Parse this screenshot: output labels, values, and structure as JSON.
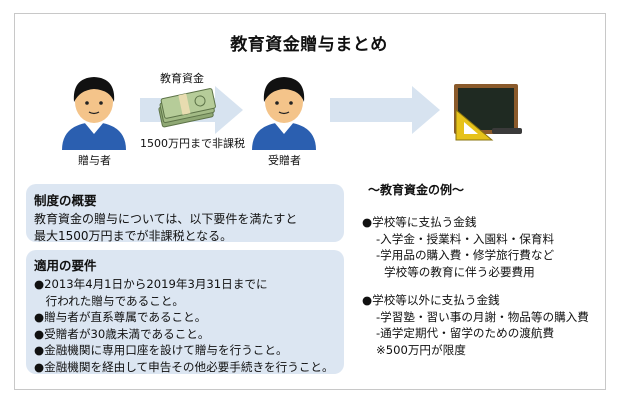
{
  "title": "教育資金贈与まとめ",
  "flow": {
    "giver_label": "贈与者",
    "money_label": "教育資金",
    "tax_note": "1500万円まで非課税",
    "receiver_label": "受贈者"
  },
  "overview": {
    "heading": "制度の概要",
    "line1": "教育資金の贈与については、以下要件を満たすと",
    "line2": "最大1500万円までが非課税となる。"
  },
  "requirements": {
    "heading": "適用の要件",
    "items": [
      "●2013年4月1日から2019年3月31日までに",
      "　行われた贈与であること。",
      "●贈与者が直系尊属であること。",
      "●受贈者が30歳未満であること。",
      "●金融機関に専用口座を設けて贈与を行うこと。",
      "●金融機関を経由して申告その他必要手続きを行うこと。"
    ]
  },
  "examples": {
    "heading": "～教育資金の例～",
    "school": {
      "title": "●学校等に支払う金銭",
      "items": [
        "-入学金・授業料・入園料・保育料",
        "-学用品の購入費・修学旅行費など",
        "学校等の教育に伴う必要費用"
      ]
    },
    "other": {
      "title": "●学校等以外に支払う金銭",
      "items": [
        "-学習塾・習い事の月謝・物品等の購入費",
        "-通学定期代・留学のための渡航費",
        "※500万円が限度"
      ]
    }
  },
  "colors": {
    "box_bg": "#dce6f2",
    "arrow": "#d7e3f0",
    "shirt": "#2b5fb0",
    "hair": "#111111",
    "skin": "#f4c48a"
  }
}
